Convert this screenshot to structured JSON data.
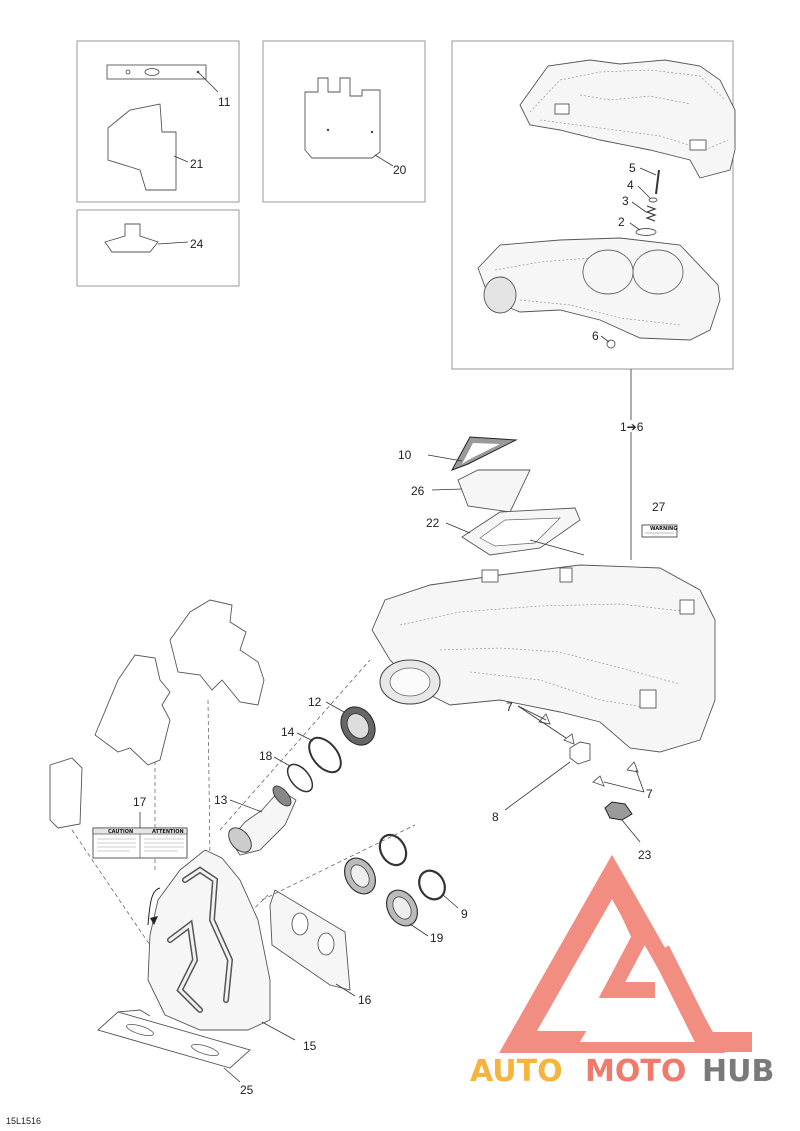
{
  "diagram": {
    "figure_code": "15L1516",
    "range_label": "1➔6",
    "callouts": {
      "c1": "1",
      "c2": "2",
      "c3": "3",
      "c4": "4",
      "c5": "5",
      "c6": "6",
      "c7a": "7",
      "c7b": "7",
      "c8": "8",
      "c9": "9",
      "c10": "10",
      "c11": "11",
      "c12": "12",
      "c13": "13",
      "c14": "14",
      "c15": "15",
      "c16": "16",
      "c17": "17",
      "c18": "18",
      "c19": "19",
      "c20": "20",
      "c21": "21",
      "c22": "22",
      "c23": "23",
      "c24": "24",
      "c25": "25",
      "c26": "26",
      "c27": "27"
    },
    "caution_label": {
      "left_title": "CAUTION",
      "right_title": "ATTENTION"
    },
    "warning_label": {
      "title": "WARNING"
    }
  },
  "watermark": {
    "part1": "AUTO",
    "part2": "MOTO",
    "part3": "HUB",
    "color_orange": "#f5b43c",
    "color_red": "#f07a6c",
    "color_gray": "#7a7a7a"
  }
}
